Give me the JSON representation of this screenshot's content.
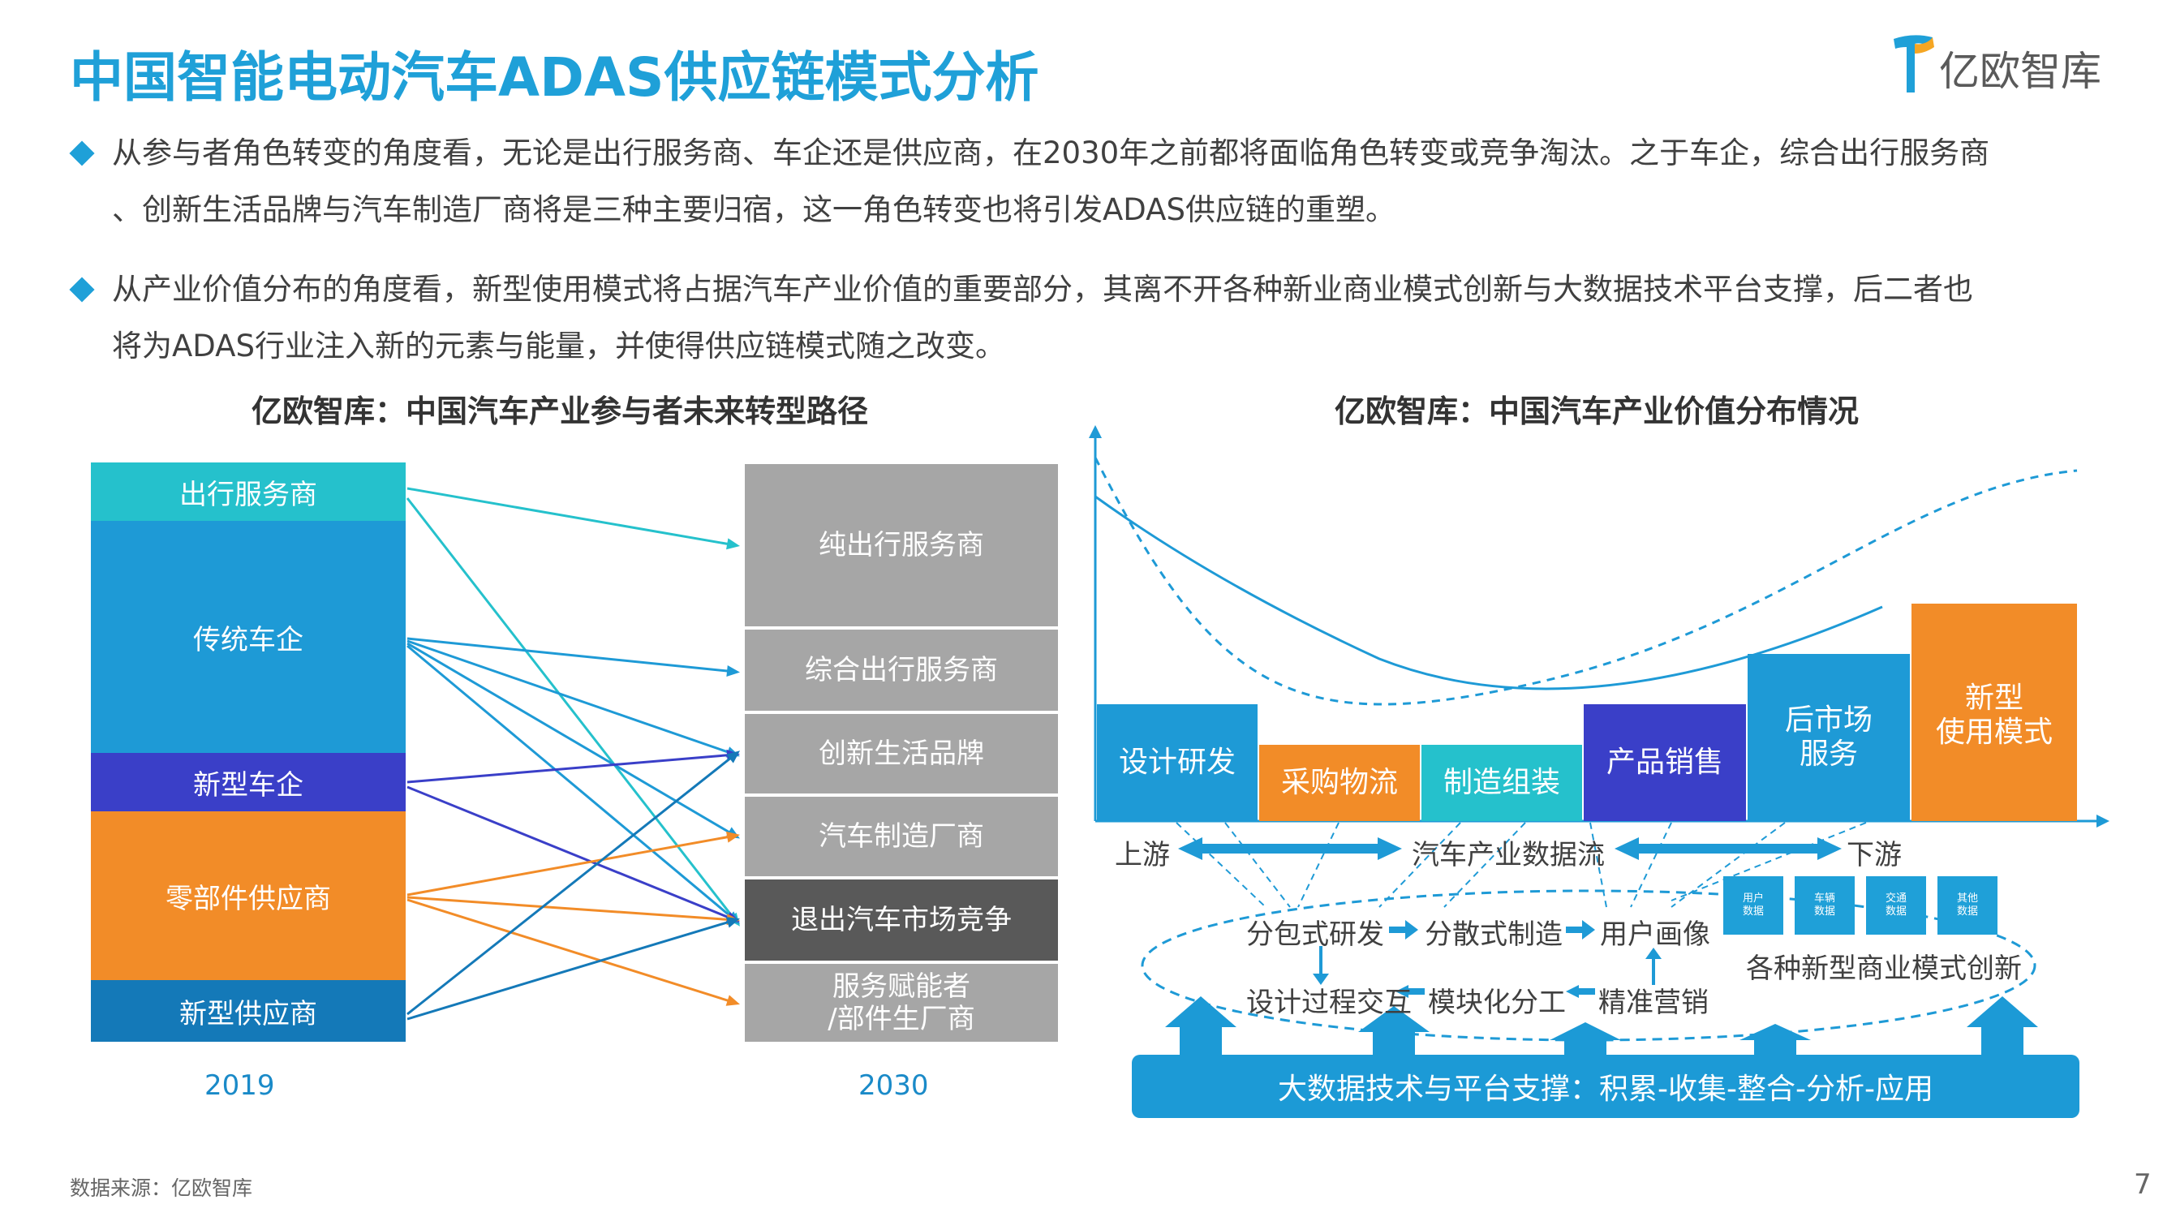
{
  "title": "中国智能电动汽车ADAS供应链模式分析",
  "logo": {
    "text": "亿欧智库",
    "icon_name": "yiou-logo-icon",
    "accent": "#1fa0d8"
  },
  "bullets": [
    {
      "lines": [
        "从参与者角色转变的角度看，无论是出行服务商、车企还是供应商，在2030年之前都将面临角色转变或竞争淘汰。之于车企，综合出行服务商",
        "、创新生活品牌与汽车制造厂商将是三种主要归宿，这一角色转变也将引发ADAS供应链的重塑。"
      ]
    },
    {
      "lines": [
        "从产业价值分布的角度看，新型使用模式将占据汽车产业价值的重要部分，其离不开各种新业商业模式创新与大数据技术平台支撑，后二者也",
        "将为ADAS行业注入新的元素与能量，并使得供应链模式随之改变。"
      ]
    }
  ],
  "left_chart": {
    "title": "亿欧智库：中国汽车产业参与者未来转型路径",
    "year_left": "2019",
    "year_right": "2030",
    "sources": [
      {
        "label": "出行服务商",
        "color": "#25c1cc"
      },
      {
        "label": "传统车企",
        "color": "#1e9ad6"
      },
      {
        "label": "新型车企",
        "color": "#3a3fc8"
      },
      {
        "label": "零部件供应商",
        "color": "#f28c28"
      },
      {
        "label": "新型供应商",
        "color": "#1479b8"
      }
    ],
    "targets": [
      {
        "label": "纯出行服务商",
        "color": "#a6a6a6"
      },
      {
        "label": "综合出行服务商",
        "color": "#a6a6a6"
      },
      {
        "label": "创新生活品牌",
        "color": "#a6a6a6"
      },
      {
        "label": "汽车制造厂商",
        "color": "#a6a6a6"
      },
      {
        "label": "退出汽车市场竞争",
        "color": "#595959"
      },
      {
        "label": "服务赋能者\n/部件生厂商",
        "color": "#a6a6a6"
      }
    ],
    "links": [
      {
        "from": 0,
        "to": 0,
        "color": "#25c1cc"
      },
      {
        "from": 0,
        "to": 4,
        "color": "#25c1cc"
      },
      {
        "from": 1,
        "to": 1,
        "color": "#1e9ad6"
      },
      {
        "from": 1,
        "to": 2,
        "color": "#1e9ad6"
      },
      {
        "from": 1,
        "to": 3,
        "color": "#1e9ad6"
      },
      {
        "from": 1,
        "to": 4,
        "color": "#1e9ad6"
      },
      {
        "from": 2,
        "to": 2,
        "color": "#3a3fc8"
      },
      {
        "from": 2,
        "to": 4,
        "color": "#3a3fc8"
      },
      {
        "from": 3,
        "to": 3,
        "color": "#f28c28"
      },
      {
        "from": 3,
        "to": 4,
        "color": "#f28c28"
      },
      {
        "from": 3,
        "to": 5,
        "color": "#f28c28"
      },
      {
        "from": 4,
        "to": 2,
        "color": "#1479b8"
      },
      {
        "from": 4,
        "to": 4,
        "color": "#1479b8"
      }
    ]
  },
  "right_chart": {
    "title": "亿欧智库：中国汽车产业价值分布情况",
    "stages": [
      {
        "label": "设计研发",
        "color": "#1e9ad6"
      },
      {
        "label": "采购物流",
        "color": "#f28c28"
      },
      {
        "label": "制造组装",
        "color": "#25c1cc"
      },
      {
        "label": "产品销售",
        "color": "#3a3fc8"
      },
      {
        "label": "后市场\n服务",
        "color": "#1e9ad6"
      },
      {
        "label": "新型\n使用模式",
        "color": "#f28c28"
      }
    ],
    "axis_labels": {
      "upstream": "上游",
      "dataflow": "汽车产业数据流",
      "downstream": "下游"
    },
    "flow_top": [
      "分包式研发",
      "分散式制造",
      "用户画像"
    ],
    "flow_bottom": [
      "设计过程交互",
      "模块化分工",
      "精准营销"
    ],
    "data_boxes": [
      "用户\n数据",
      "车辆\n数据",
      "交通\n数据",
      "其他\n数据"
    ],
    "innovation_label": "各种新型商业模式创新",
    "bigdata_label": "大数据技术与平台支撑：积累-收集-整合-分析-应用"
  },
  "footer": {
    "source": "数据来源：亿欧智库",
    "page_number": "7"
  }
}
